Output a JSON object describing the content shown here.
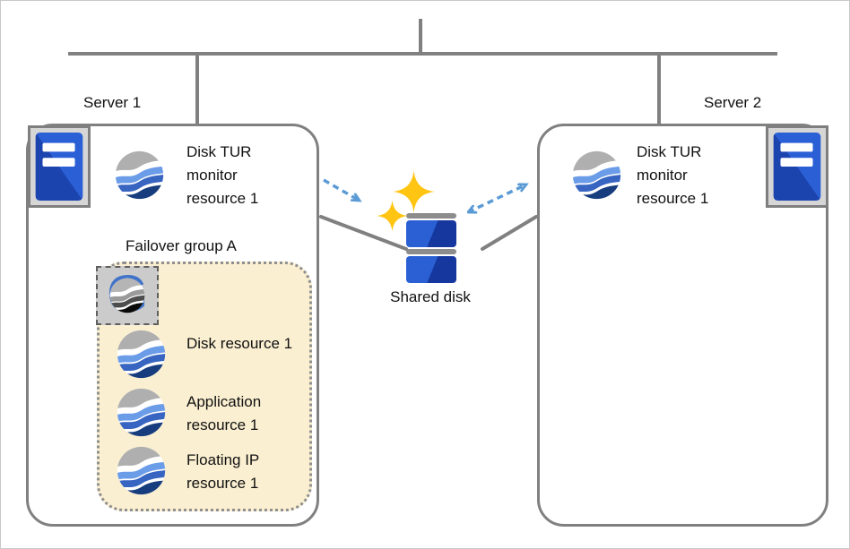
{
  "diagram": {
    "server1": {
      "label": "Server 1",
      "monitor_resource": "Disk TUR monitor resource 1",
      "failover_group": {
        "label": "Failover group A",
        "resources": [
          "Disk resource 1",
          "Application resource 1",
          "Floating IP resource 1"
        ]
      }
    },
    "server2": {
      "label": "Server 2",
      "monitor_resource": "Disk TUR monitor resource 1"
    },
    "shared_disk": {
      "label": "Shared disk"
    },
    "icons": {
      "server_machine": "server-tower-icon",
      "monitor_resource": "wave-monitor-icon",
      "group": "group-g-icon",
      "group_letter": "G",
      "resource": "wave-resource-icon",
      "shared_disk": "disk-stack-icon",
      "sparkle": "sparkle-icon",
      "connection": "dashed-arrow-icon"
    },
    "colors": {
      "line_gray": "#808080",
      "panel_gray": "#d6d6d6",
      "group_fill": "#faefd1",
      "group_border": "#8f8f8f",
      "arrow_blue": "#5b9bd5",
      "tower_blue": "#2b5fd6",
      "disk_blue": "#2a60d4",
      "disk_cap_gray": "#8c8c8c",
      "sparkle_gold": "#ffc512",
      "wave_gray": "#afafaf",
      "wave_blue_light": "#6b9ce8",
      "wave_blue_mid": "#3765c1",
      "wave_navy": "#173d7e",
      "text": "#111111"
    }
  }
}
